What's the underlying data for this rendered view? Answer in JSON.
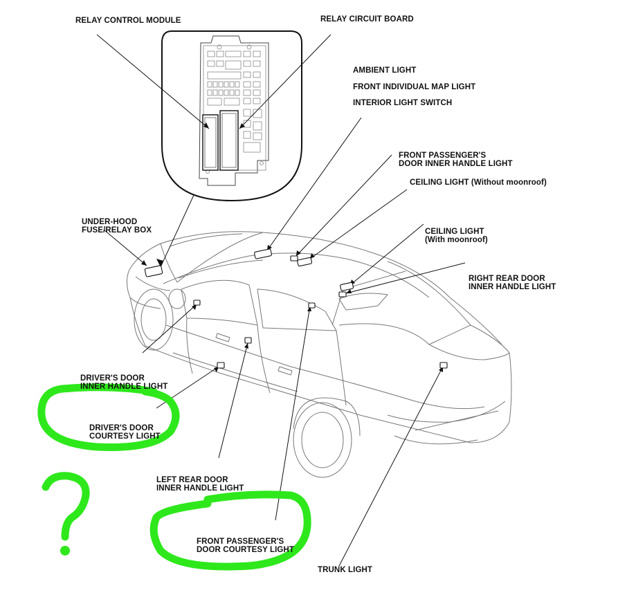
{
  "colors": {
    "ink": "#111111",
    "car_outline": "#777777",
    "highlight_marker": "#2ee81c"
  },
  "labels": {
    "relay_control_module": "RELAY CONTROL MODULE",
    "relay_circuit_board": "RELAY CIRCUIT BOARD",
    "ambient_light": "AMBIENT LIGHT",
    "front_individual_map_light": "FRONT INDIVIDUAL MAP LIGHT",
    "interior_light_switch": "INTERIOR LIGHT SWITCH",
    "front_passenger_handle": [
      "FRONT PASSENGER'S",
      "DOOR INNER HANDLE LIGHT"
    ],
    "ceiling_without_moonroof": "CEILING LIGHT (Without moonroof)",
    "ceiling_with_moonroof": [
      "CEILING LIGHT",
      "(With moonroof)"
    ],
    "under_hood_box": [
      "UNDER-HOOD",
      "FUSE/RELAY BOX"
    ],
    "right_rear_handle": [
      "RIGHT REAR DOOR",
      "INNER HANDLE LIGHT"
    ],
    "driver_handle": [
      "DRIVER'S DOOR",
      "INNER HANDLE LIGHT"
    ],
    "driver_courtesy": [
      "DRIVER'S DOOR",
      "COURTESY LIGHT"
    ],
    "left_rear_handle": [
      "LEFT REAR DOOR",
      "INNER HANDLE LIGHT"
    ],
    "front_passenger_courtesy": [
      "FRONT PASSENGER'S",
      "DOOR COURTESY LIGHT"
    ],
    "trunk_light": "TRUNK LIGHT"
  },
  "annotation": {
    "question_mark": "?"
  }
}
